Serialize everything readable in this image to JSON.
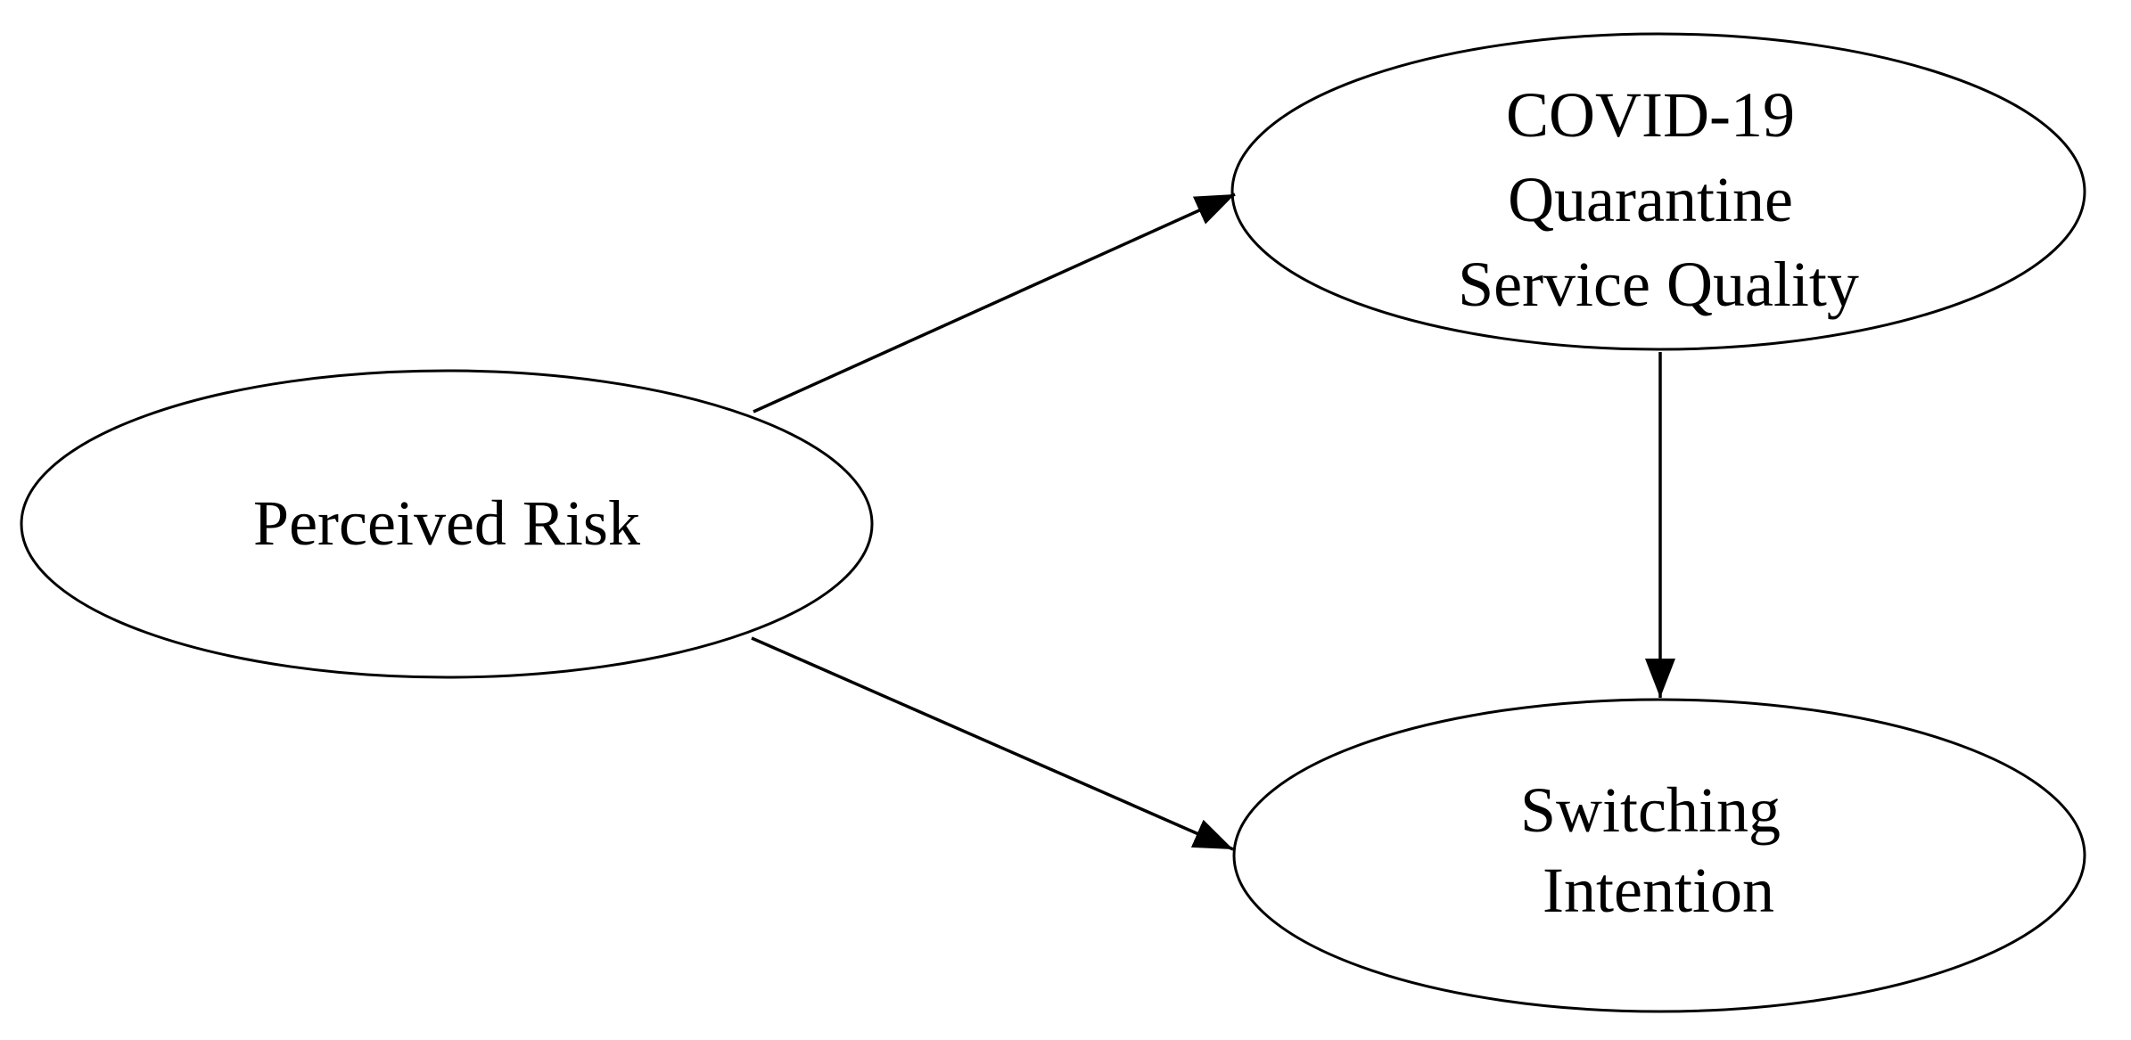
{
  "figure": {
    "kind": "path-model-diagram",
    "background_color": "#ffffff",
    "stroke_color": "#000000",
    "nodes": [
      {
        "id": "perceived-risk",
        "shape": "ellipse",
        "lines": [
          "Perceived Risk"
        ]
      },
      {
        "id": "covid19-quarantine-service-quality",
        "shape": "ellipse",
        "lines": [
          "COVID-19",
          "Quarantine",
          "Service Quality"
        ]
      },
      {
        "id": "switching-intention",
        "shape": "ellipse",
        "lines": [
          "Switching",
          "Intention"
        ]
      }
    ],
    "edges": [
      {
        "from": "perceived-risk",
        "to": "covid19-quarantine-service-quality",
        "style": "straight-arrow"
      },
      {
        "from": "perceived-risk",
        "to": "switching-intention",
        "style": "straight-arrow"
      },
      {
        "from": "covid19-quarantine-service-quality",
        "to": "switching-intention",
        "style": "straight-arrow"
      }
    ]
  }
}
